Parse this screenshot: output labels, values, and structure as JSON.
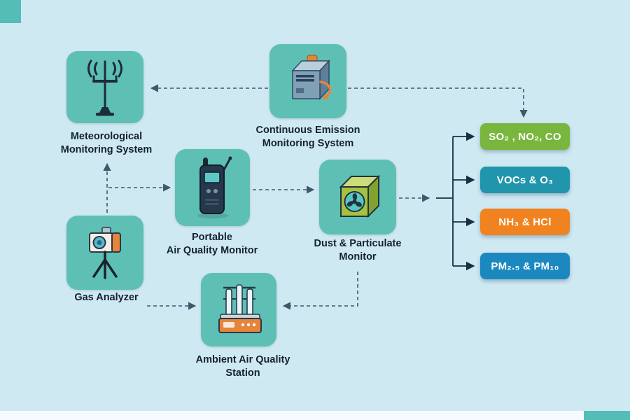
{
  "nodes": {
    "meteorological": {
      "label": "Meteorological\nMonitoring System"
    },
    "cems": {
      "label": "Continuous Emission\nMonitoring System"
    },
    "portable": {
      "label": "Portable\nAir Quality Monitor"
    },
    "dust": {
      "label": "Dust & Particulate\nMonitor"
    },
    "gas_analyzer": {
      "label": "Gas Analyzer"
    },
    "ambient": {
      "label": "Ambient Air Quality\nStation"
    }
  },
  "pollutant_pills": [
    {
      "label": "SO₂ , NO₂,  CO",
      "color": "#79b63d"
    },
    {
      "label": "VOCs & O₃",
      "color": "#2095ab"
    },
    {
      "label": "NH₃ & HCl",
      "color": "#f0831f"
    },
    {
      "label": "PM₂.₅ & PM₁₀",
      "color": "#1c88c0"
    }
  ],
  "colors": {
    "background": "#cfe9f3",
    "tile": "#5ec0b5",
    "connector_dashed": "#44566b",
    "connector_solid": "#1c2e45"
  }
}
